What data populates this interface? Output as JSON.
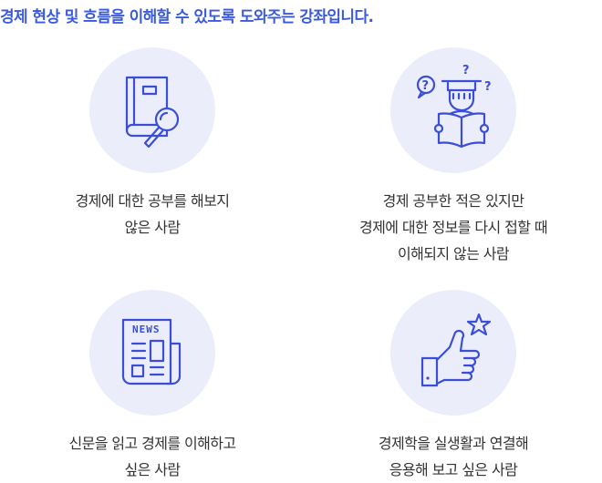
{
  "headline": "경제 현상 및 흐름을 이해할 수 있도록 도와주는 강좌입니다.",
  "accent_color": "#3b5bdb",
  "icon_color": "#3b4fd6",
  "circle_color": "#ecedfb",
  "cards": [
    {
      "icon": "book-magnifier-icon",
      "lines": [
        "경제에 대한 공부를 해보지",
        "않은 사람"
      ]
    },
    {
      "icon": "confused-reader-icon",
      "question_mark": "?",
      "lines": [
        "경제 공부한 적은 있지만",
        "경제에 대한 정보를 다시 접할 때",
        "이해되지 않는 사람"
      ]
    },
    {
      "icon": "newspaper-icon",
      "newspaper_label": "NEWS",
      "lines": [
        "신문을 읽고 경제를 이해하고",
        "싶은 사람"
      ]
    },
    {
      "icon": "thumbs-up-star-icon",
      "lines": [
        "경제학을 실생활과 연결해",
        "응용해 보고 싶은 사람"
      ]
    }
  ]
}
